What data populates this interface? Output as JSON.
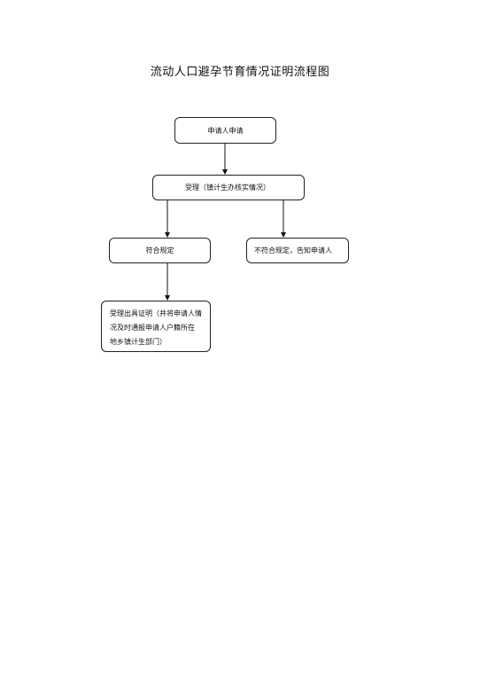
{
  "title": "流动人口避孕节育情况证明流程图",
  "nodes": {
    "apply": "申请人申请",
    "accept": "受理（镇计生办核实情况）",
    "compliant": "符合规定",
    "noncompliant": "不符合规定，告知申请人",
    "issue_lines": [
      "受理出具证明（并将申请人情",
      "况及时通报申请人户籍所在",
      "地乡镇计生部门）"
    ]
  },
  "edges": [
    {
      "from": "apply",
      "to": "accept"
    },
    {
      "from": "accept",
      "to": "compliant"
    },
    {
      "from": "accept",
      "to": "noncompliant"
    },
    {
      "from": "compliant",
      "to": "issue"
    }
  ]
}
